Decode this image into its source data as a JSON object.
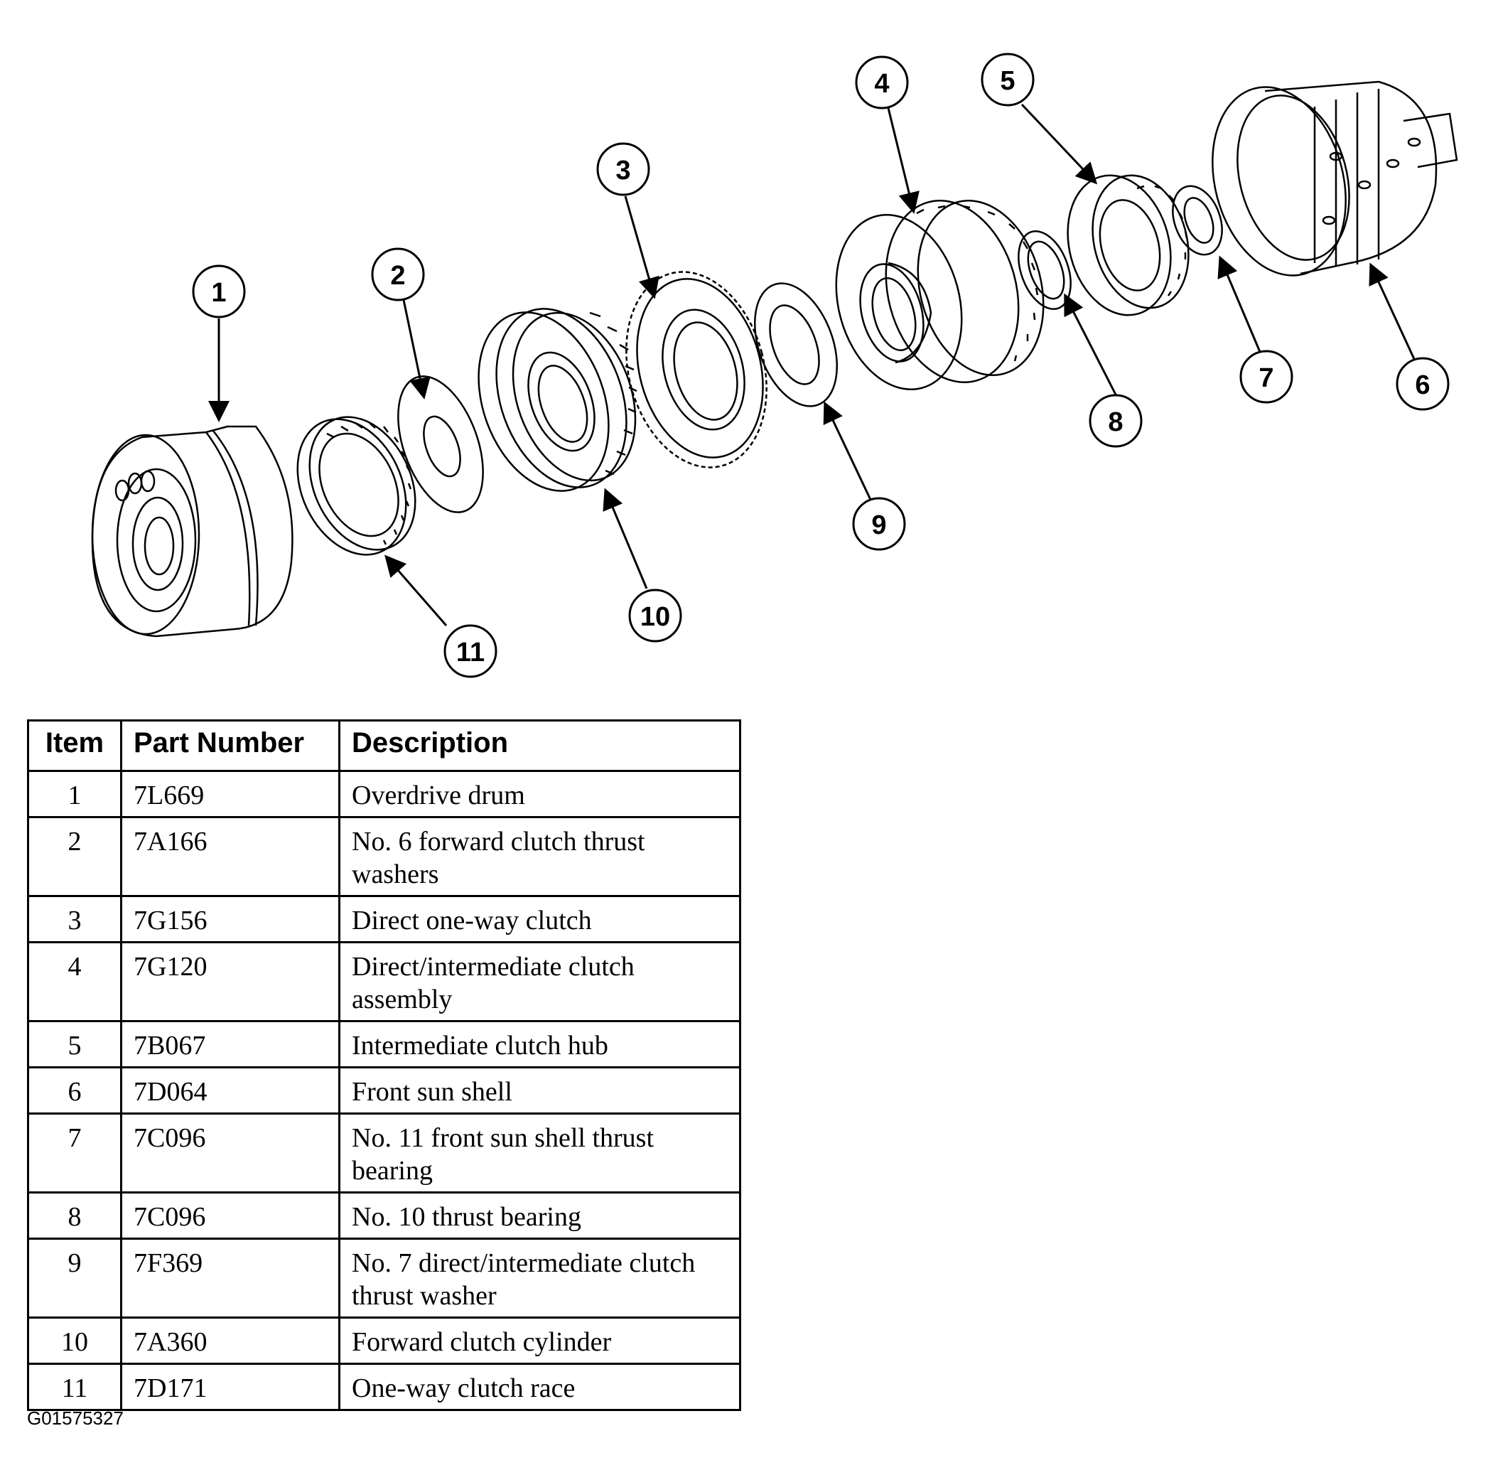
{
  "callouts": [
    "1",
    "2",
    "3",
    "4",
    "5",
    "6",
    "7",
    "8",
    "9",
    "10",
    "11"
  ],
  "table": {
    "headers": {
      "item": "Item",
      "part_number": "Part Number",
      "description": "Description"
    },
    "rows": [
      {
        "item": "1",
        "part_number": "7L669",
        "description": "Overdrive drum"
      },
      {
        "item": "2",
        "part_number": "7A166",
        "description": "No. 6 forward clutch thrust washers"
      },
      {
        "item": "3",
        "part_number": "7G156",
        "description": "Direct one-way clutch"
      },
      {
        "item": "4",
        "part_number": "7G120",
        "description": "Direct/intermediate clutch assembly"
      },
      {
        "item": "5",
        "part_number": "7B067",
        "description": "Intermediate clutch hub"
      },
      {
        "item": "6",
        "part_number": "7D064",
        "description": "Front sun shell"
      },
      {
        "item": "7",
        "part_number": "7C096",
        "description": "No. 11 front sun shell thrust bearing"
      },
      {
        "item": "8",
        "part_number": "7C096",
        "description": "No. 10 thrust bearing"
      },
      {
        "item": "9",
        "part_number": "7F369",
        "description": "No. 7 direct/intermediate clutch thrust washer"
      },
      {
        "item": "10",
        "part_number": "7A360",
        "description": "Forward clutch cylinder"
      },
      {
        "item": "11",
        "part_number": "7D171",
        "description": "One-way clutch race"
      }
    ]
  },
  "figure_id": "G01575327"
}
